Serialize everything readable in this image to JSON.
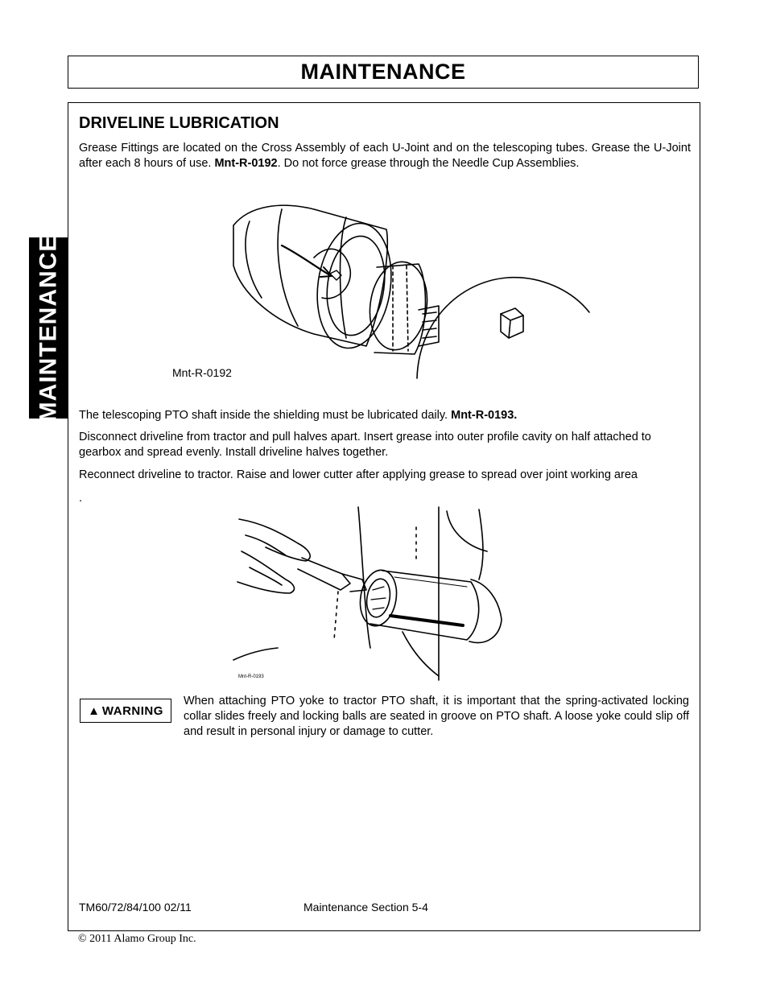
{
  "header": {
    "title": "MAINTENANCE"
  },
  "side_tab": {
    "label": "MAINTENANCE"
  },
  "section": {
    "heading": "DRIVELINE LUBRICATION"
  },
  "intro": {
    "before_bold": "Grease Fittings are located on the Cross Assembly of each U-Joint and on the telescoping tubes. Grease the U-Joint after each 8 hours of use. ",
    "bold_ref": "Mnt-R-0192",
    "after_bold": ". Do not force grease through the Needle Cup Assemblies."
  },
  "figure1": {
    "label": "Mnt-R-0192"
  },
  "telescoping": {
    "text": "The telescoping PTO shaft inside the shielding must be lubricated daily. ",
    "bold_ref": "Mnt-R-0193."
  },
  "disconnect": {
    "text": "Disconnect driveline from tractor and pull halves apart. Insert grease into outer profile cavity on half attached to gearbox and spread evenly. Install driveline halves together."
  },
  "reconnect": {
    "text": "Reconnect driveline to tractor. Raise and lower cutter after applying grease to spread over joint working area"
  },
  "stray_period": ".",
  "figure2": {
    "label": "Mnt-R-0193"
  },
  "warning": {
    "badge_icon": "warning-triangle-icon",
    "badge_label": "WARNING",
    "text": "When attaching PTO yoke to tractor PTO shaft, it is important that the spring-activated locking collar slides freely and locking balls are seated in groove on PTO shaft. A loose yoke could slip off and result in personal injury or damage to cutter."
  },
  "footer": {
    "model": "TM60/72/84/100   02/11",
    "section": "Maintenance Section 5-4",
    "copyright": "© 2011 Alamo Group Inc."
  }
}
